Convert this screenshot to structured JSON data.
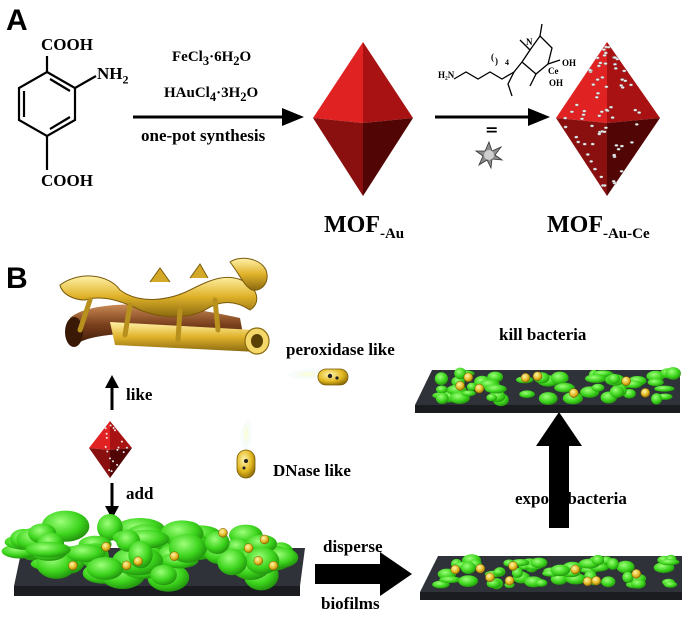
{
  "panel_a": {
    "letter": "A",
    "cooh_top": "COOH",
    "nh2": "NH",
    "nh2_sub": "2",
    "cooh_bottom": "COOH",
    "reagent1_main": "FeCl",
    "reagent1_sub": "3",
    "reagent1_rest": "·6H",
    "reagent1_sub2": "2",
    "reagent1_end": "O",
    "reagent2_main": "HAuCl",
    "reagent2_sub": "4",
    "reagent2_rest": "·3H",
    "reagent2_sub2": "2",
    "reagent2_end": "O",
    "condition": "one-pot synthesis",
    "ce_h2n": "H₂N",
    "ce_oh1": "OH",
    "ce_oh2": "OH",
    "ce_ce": "Ce",
    "ce_n": "N",
    "ce_index": "4",
    "equals": "=",
    "mof1_main": "MOF",
    "mof1_sub": "-Au",
    "mof2_main": "MOF",
    "mof2_sub": "-Au-Ce"
  },
  "panel_b": {
    "letter": "B",
    "like": "like",
    "add": "add",
    "peroxidase": "peroxidase like",
    "dnase": "DNase like",
    "kill": "kill bacteria",
    "expose": "expose bacteria",
    "disperse": "disperse",
    "biofilms": "biofilms"
  },
  "colors": {
    "octa_light": "#d81c1c",
    "octa_dark": "#6e0909",
    "biofilm": "#3fd81f",
    "slab": "#2e3138",
    "gold": "#e8c22b"
  }
}
